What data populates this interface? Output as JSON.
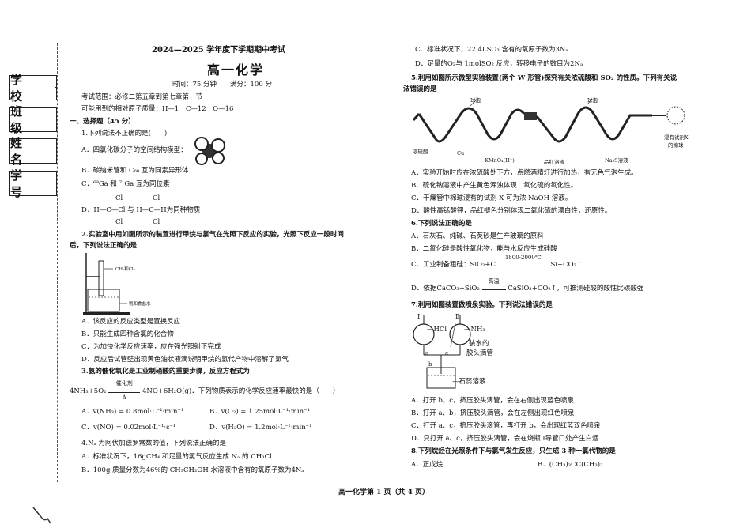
{
  "header": {
    "exam_title": "2024—2025 学年度下学期期中考试",
    "subject": "高一化学",
    "time_score": "时间：75 分钟　　满分：100 分",
    "scope": "考试范围：必修二第五章到第七章第一节",
    "atomic_mass": "可能用到的相对原子质量：H—1　C—12　O—16"
  },
  "sidebar": {
    "fields": [
      "学 校",
      "班 级",
      "姓 名",
      "学 号"
    ]
  },
  "section1": {
    "title": "一、选择题（45 分）"
  },
  "q1": {
    "stem": "1.下列说法不正确的是(　　)",
    "a": "A．四氯化碳分子的空间结构模型：",
    "b": "B．碳纳米管和 C₆₀ 互为同素异形体",
    "c": "C．⁶⁹Ga 和 ⁷¹Ga 互为同位素",
    "d_suffix": "为同种物质",
    "d_prefix": "D．",
    "d_formula1": "H—C—Cl 与 H—C—H",
    "cl": "Cl",
    "h_plus": "与"
  },
  "q2": {
    "stem": "2.实验室中用如图所示的装置进行甲烷与氯气在光照下反应的实验，光照下反应一段时间",
    "stem2": "后，下列说法正确的是",
    "label_gas": "CH₄和Cl₂",
    "label_water": "饱和食盐水",
    "a": "A．该反应的反应类型是置换反应",
    "b": "B．只能生成四种含氯的化合物",
    "c": "C．为加快化学反应速率，应在强光照射下完成",
    "d": "D．反应后试管壁出现黄色油状液滴说明甲烷的氯代产物中溶解了氯气"
  },
  "q3": {
    "stem": "3.氨的催化氧化是工业制硝酸的重要步骤，反应方程式为",
    "eq_left": "4NH₃+5O₂",
    "eq_cat": "催化剂",
    "eq_heat": "Δ",
    "eq_right": "4NO+6H₂O(g)",
    "eq_tail": "．下列物质表示的化学反应速率最快的是（　　）",
    "a": "A．v(NH₃) = 0.8mol·L⁻¹·min⁻¹",
    "b": "B．v(O₂) = 1.25mol·L⁻¹·min⁻¹",
    "c": "C．v(NO) = 0.02mol·L⁻¹·s⁻¹",
    "d": "D．v(H₂O) = 1.2mol·L⁻¹·min⁻¹"
  },
  "q4": {
    "stem": "4.Nₐ 为阿伏加德罗常数的值，下列说法正确的是",
    "a": "A．标准状况下，16gCH₄ 和足量的氯气反应生成 Nₐ 的 CH₃Cl",
    "b": "B．100g 质量分数为46%的 CH₃CH₂OH 水溶液中含有的氧原子数为4Nₐ",
    "c": "C．标准状况下，22.4LSO₃ 含有的氧原子数为3Nₐ",
    "d": "D．足量的O₂与 1molSO₂ 反应，转移电子的数目为2Nₐ"
  },
  "q5": {
    "stem": "5.利用如图所示微型实验装置(两个 W 形管)探究有关浓硫酸和 SO₂ 的性质。下列有关说",
    "stem2": "法错误的是",
    "lbl_bulb1": "球泡",
    "lbl_bulb2": "球泡",
    "lbl_acid": "浓硫酸",
    "lbl_cu": "Cu",
    "lbl_kmno4": "KMnO₄(H⁺)",
    "lbl_magenta": "品红溶液",
    "lbl_na2s": "Na₂S溶液",
    "lbl_cotton": "浸有试剂X",
    "lbl_cotton2": "的棉球",
    "a": "A．实验开始时应在浓硫酸处下方，点燃酒精灯进行加热，有无色气泡生成。",
    "b": "B．硫化钠溶液中产生黄色浑浊体现二氧化硫的氧化性。",
    "c": "C．干燥管中棉球浸有的试剂 X 可为浓 NaOH 溶液。",
    "d": "D．酸性高锰酸钾，品红褪色分别体现二氧化硫的漂白性，还原性。"
  },
  "q6": {
    "stem": "6.下列说法正确的是",
    "a": "A．石灰石、纯碱、石英砂是生产玻璃的原料",
    "b": "B．二氧化硅是酸性氧化物，能与水反应生成硅酸",
    "c_left": "C．工业制备粗硅：SiO₂+C",
    "c_cond": "1800-2000℃",
    "c_right": "Si+CO₂↑",
    "d_left": "D．依据CaCO₃+SiO₂",
    "d_cond": "高温",
    "d_right": "CaSiO₃+CO₂↑，可推测硅酸的酸性比碳酸强"
  },
  "q7": {
    "stem": "7.利用如图装置做喷泉实验。下列说法错误的是",
    "lbl_i": "Ⅰ",
    "lbl_ii": "Ⅱ",
    "lbl_hcl": "HCl",
    "lbl_nh3": "NH₃",
    "lbl_dropper1": "装水的",
    "lbl_dropper2": "胶头滴管",
    "lbl_a": "a",
    "lbl_b": "b",
    "lbl_c": "c",
    "lbl_litmus": "石蕊溶液",
    "a": "A．打开 b、c，挤压胶头滴管，会在右侧出现蓝色喷泉",
    "b": "B．打开 a、b，挤压胶头滴管，会在左侧出现红色喷泉",
    "c": "C．打开 a、c，挤压胶头滴管，再打开 b，会出现红蓝双色喷泉",
    "d": "D．只打开 a、c，挤压胶头滴管，会在烧瓶Ⅱ导管口处产生白烟"
  },
  "q8": {
    "stem": "8.下列烷烃在光照条件下与氯气发生反应，只生成 3 种一氯代物的是",
    "a": "A．正戊烷",
    "b": "B．(CH₃)₃CC(CH₃)₃"
  },
  "footer": {
    "page": "高一化学第 1 页（共 4 页）"
  }
}
